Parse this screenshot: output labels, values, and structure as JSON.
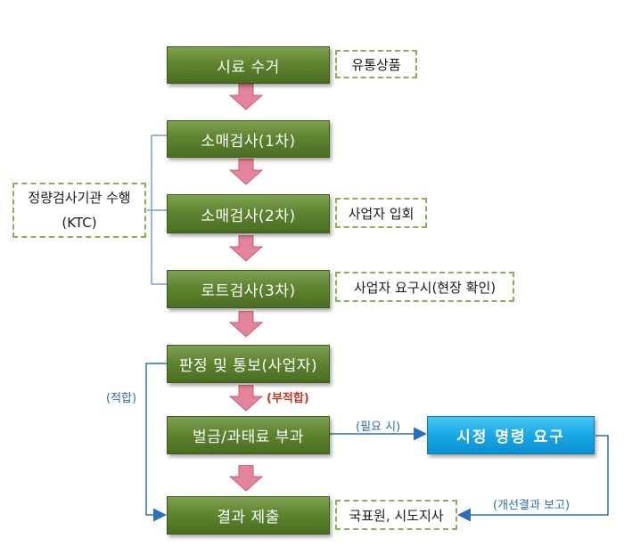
{
  "steps": {
    "sample_collection": "시료 수거",
    "retail_test_1": "소매검사(1차)",
    "retail_test_2": "소매검사(2차)",
    "lot_test_3": "로트검사(3차)",
    "judgment_notice": "판정 및 통보(사업자)",
    "fine_penalty": "벌금/과태료 부과",
    "correction_order": "시정 명령 요구",
    "result_submission": "결과 제출"
  },
  "notes": {
    "distribution_product": "유통상품",
    "business_attendance": "사업자 입회",
    "business_request": "사업자 요구시(현장 확인)",
    "submission_target": "국표원, 시도지사",
    "agency_line1": "정량검사기관 수행",
    "agency_line2": "(KTC)"
  },
  "labels": {
    "conforming": "(적합)",
    "nonconforming": "(부적합)",
    "if_needed": "(필요 시)",
    "improvement_report": "(개선결과 보고)"
  },
  "colors": {
    "green_box": "#5f8530",
    "blue_box": "#1aa8e6",
    "pink_arrow": "#e4849a",
    "connector_blue": "#2d6fb5",
    "dashed_border": "#8cad57"
  }
}
